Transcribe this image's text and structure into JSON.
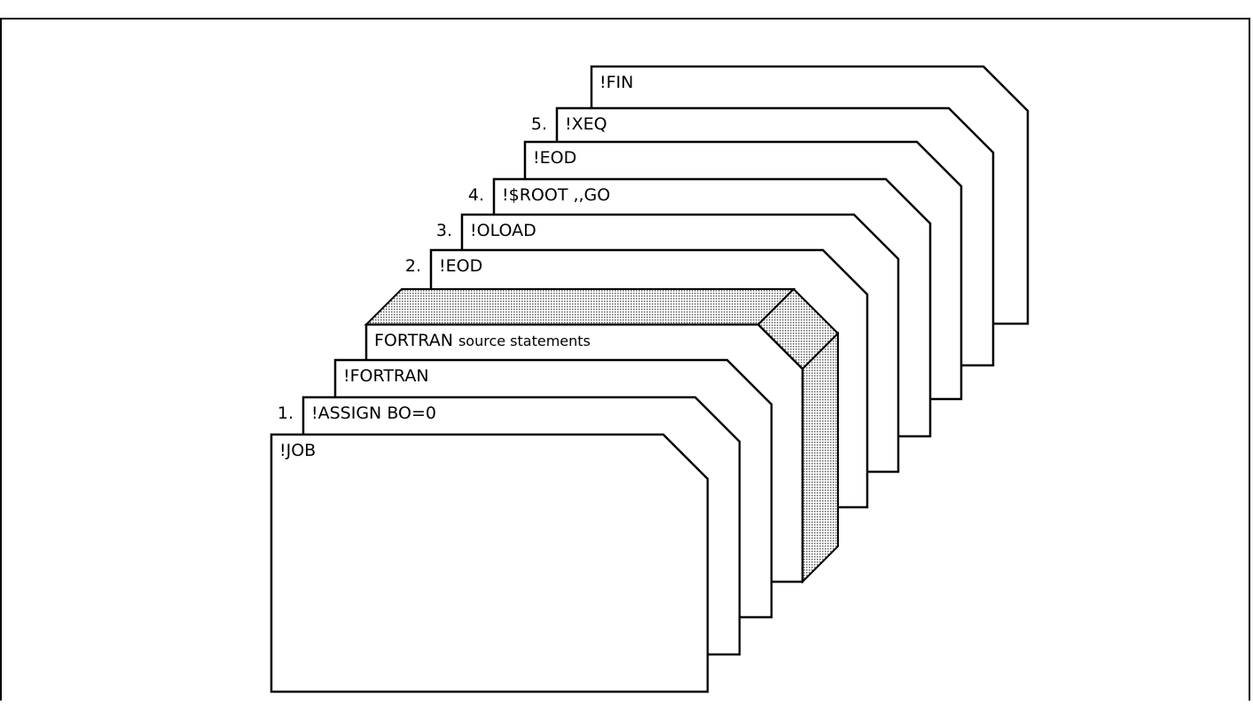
{
  "diagram": {
    "colors": {
      "stroke": "#000000",
      "card_fill": "#ffffff",
      "source_deck_fill": "#c8c8c8"
    },
    "cards": [
      {
        "id": "fin",
        "label": "!FIN",
        "number": ""
      },
      {
        "id": "xeq",
        "label": "!XEQ",
        "number": "5."
      },
      {
        "id": "eod2",
        "label": "!EOD",
        "number": ""
      },
      {
        "id": "sroot",
        "label": "!$ROOT  ,,GO",
        "number": "4."
      },
      {
        "id": "oload",
        "label": "!OLOAD",
        "number": "3."
      },
      {
        "id": "eod1",
        "label": "!EOD",
        "number": "2."
      },
      {
        "id": "source",
        "label": "FORTRAN",
        "sublabel": "source statements",
        "number": "",
        "deck": true
      },
      {
        "id": "fortran",
        "label": "!FORTRAN",
        "number": ""
      },
      {
        "id": "assign",
        "label": "!ASSIGN BO=0",
        "number": "1."
      },
      {
        "id": "job",
        "label": "!JOB",
        "number": ""
      }
    ]
  }
}
